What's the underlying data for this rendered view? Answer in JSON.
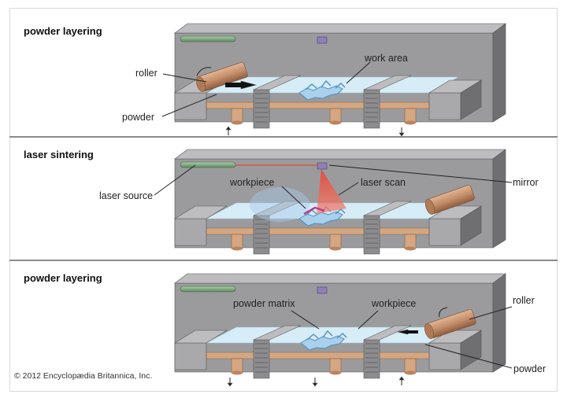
{
  "panels": [
    {
      "title": "powder layering",
      "labels": {
        "roller": "roller",
        "work_area": "work area",
        "powder": "powder"
      }
    },
    {
      "title": "laser sintering",
      "labels": {
        "laser_source": "laser source",
        "workpiece": "workpiece",
        "laser_scan": "laser scan",
        "mirror": "mirror"
      }
    },
    {
      "title": "powder layering",
      "labels": {
        "powder_matrix": "powder matrix",
        "workpiece": "workpiece",
        "roller": "roller",
        "powder": "powder"
      }
    }
  ],
  "copyright": "© 2012 Encyclopædia Britannica, Inc.",
  "colors": {
    "machine_gray": "#9b9b9d",
    "machine_dark": "#6f6f72",
    "machine_light": "#bdbdbf",
    "powder": "#d6ecf6",
    "platform": "#d4a682",
    "roller": "#c48f6a",
    "laser_source": "#7faa7f",
    "mirror": "#8f7fb8",
    "laser": "#e04a3a"
  }
}
